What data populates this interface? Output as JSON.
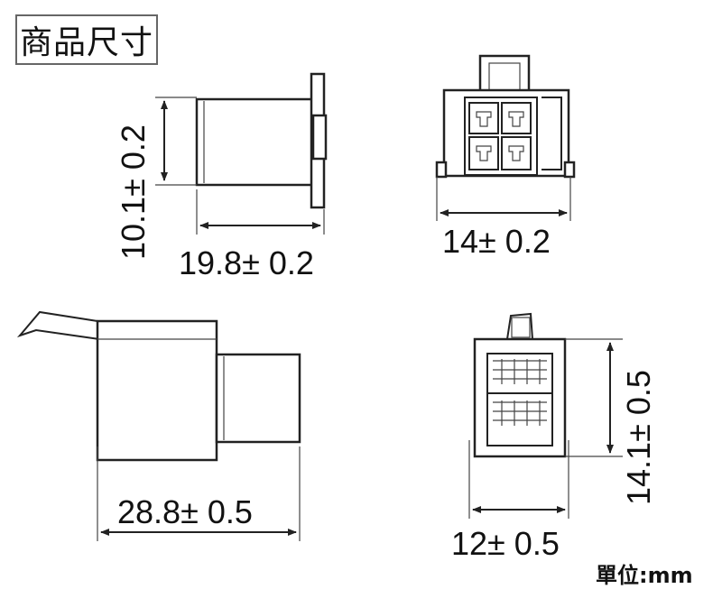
{
  "title": "商品尺寸",
  "unit_label": "單位:mm",
  "dimensions": {
    "side_height": "10.1± 0.2",
    "side_length": "19.8± 0.2",
    "front_width": "14± 0.2",
    "bottom_length": "28.8± 0.5",
    "end_width": "12± 0.5",
    "end_height": "14.1± 0.5"
  }
}
